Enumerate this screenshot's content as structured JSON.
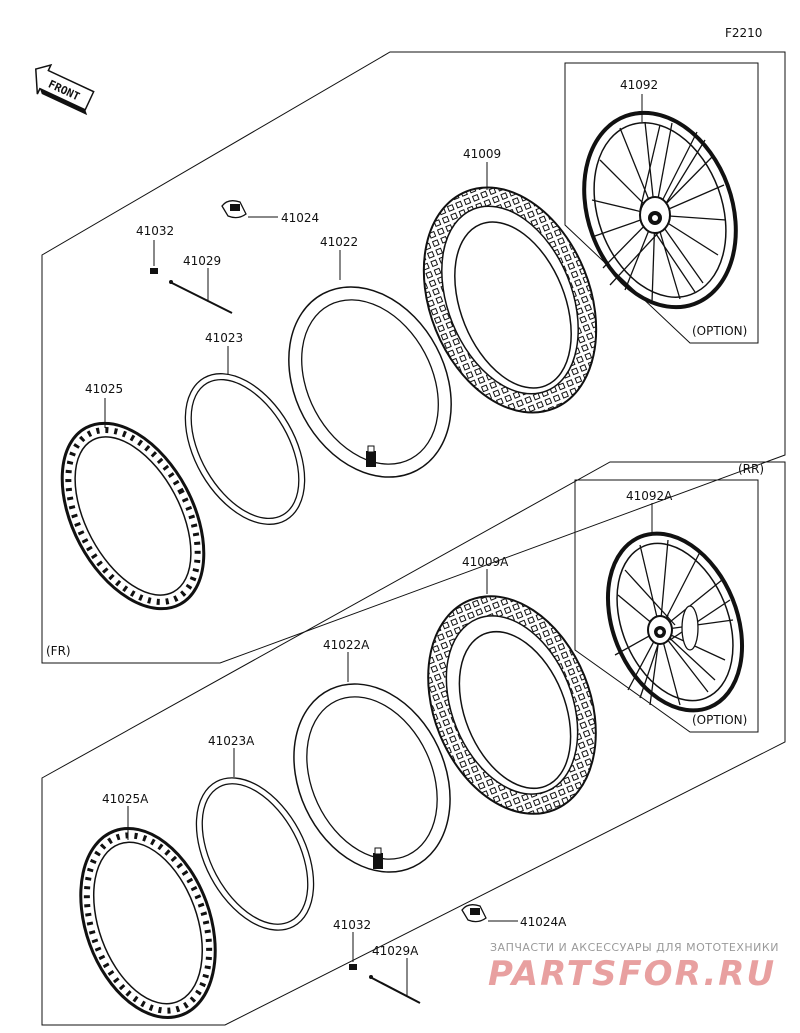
{
  "diagram": {
    "code": "F2210",
    "front_label": "FRONT",
    "sections": {
      "front": "(FR)",
      "rear": "(RR)",
      "option_top": "(OPTION)",
      "option_bottom": "(OPTION)"
    },
    "parts": {
      "p41092": "41092",
      "p41009": "41009",
      "p41024": "41024",
      "p41032": "41032",
      "p41029": "41029",
      "p41022": "41022",
      "p41023": "41023",
      "p41025": "41025",
      "p41092A": "41092A",
      "p41009A": "41009A",
      "p41022A": "41022A",
      "p41023A": "41023A",
      "p41025A": "41025A",
      "p41024A": "41024A",
      "p41032b": "41032",
      "p41029A": "41029A"
    }
  },
  "watermark": {
    "tagline": "ЗАПЧАСТИ И АКСЕССУАРЫ ДЛЯ МОТОТЕХНИКИ",
    "brand": "PARTSFOR.RU"
  }
}
